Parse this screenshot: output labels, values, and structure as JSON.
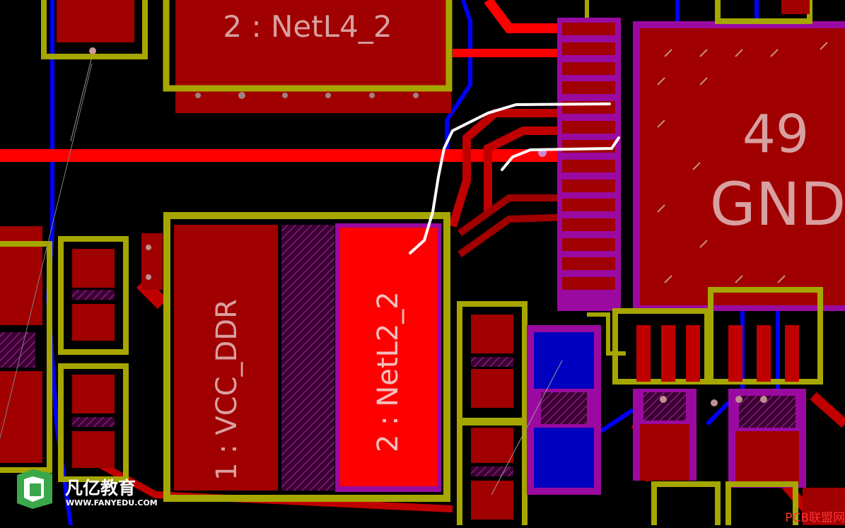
{
  "pads": {
    "top_pad": "2 : NetL4_2",
    "cap_left": "1 : VCC_DDR",
    "cap_right": "2 : NetL2_2",
    "gnd_number": "49",
    "gnd_name": "GND"
  },
  "watermarks": {
    "brand_cn": "凡亿教育",
    "brand_url": "WWW.FANYEDU.COM",
    "site": "PCB联盟网"
  },
  "colors": {
    "board": "#000000",
    "copper_top": "#a00000",
    "trace_red": "#ff0000",
    "trace_blue": "#0000ff",
    "silkscreen": "#a6a600",
    "pad_magenta": "#9a0aa0",
    "label_text": "#d8a0a0",
    "sketch_line": "#ffffff"
  }
}
